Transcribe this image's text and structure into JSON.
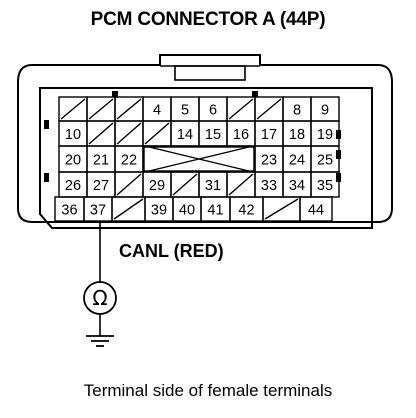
{
  "title": "PCM CONNECTOR A (44P)",
  "probe_label": "CANL (RED)",
  "caption": "Terminal side of female terminals",
  "meter_symbol": "Ω",
  "rows": [
    [
      "",
      "",
      "",
      "4",
      "5",
      "6",
      "",
      "",
      "8",
      "9"
    ],
    [
      "10",
      "",
      "",
      "",
      "14",
      "15",
      "16",
      "17",
      "18",
      "19"
    ],
    [
      "20",
      "21",
      "22",
      "",
      "",
      "",
      "",
      "23",
      "24",
      "25"
    ],
    [
      "26",
      "27",
      "",
      "29",
      "",
      "31",
      "",
      "33",
      "34",
      "35"
    ],
    [
      "36",
      "37",
      "",
      "39",
      "40",
      "41",
      "42",
      "",
      "44"
    ]
  ]
}
